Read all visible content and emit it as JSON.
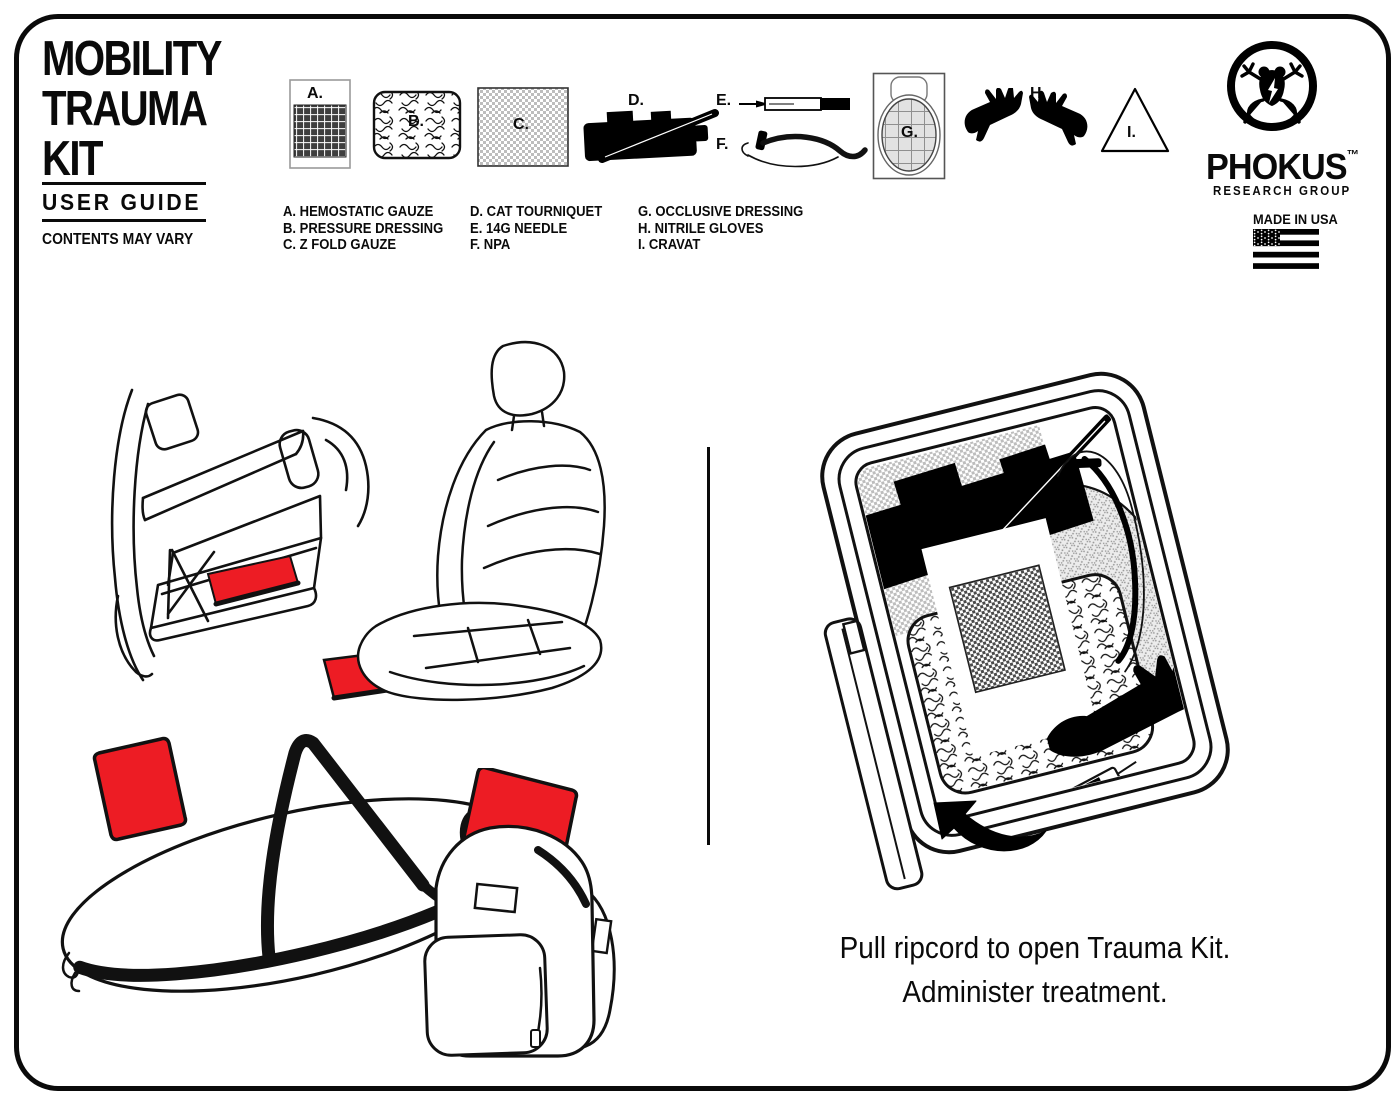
{
  "header": {
    "title_lines": [
      "MOBILITY",
      "TRAUMA",
      "KIT"
    ],
    "subtitle": "USER GUIDE",
    "note": "CONTENTS MAY VARY"
  },
  "items": [
    {
      "letter": "A.",
      "name": "HEMOSTATIC GAUZE",
      "label": "A. HEMOSTATIC GAUZE",
      "icon": "gauze-package-icon"
    },
    {
      "letter": "B.",
      "name": "PRESSURE DRESSING",
      "label": "B. PRESSURE DRESSING",
      "icon": "pressure-dressing-icon"
    },
    {
      "letter": "C.",
      "name": "Z FOLD GAUZE",
      "label": "C. Z FOLD GAUZE",
      "icon": "z-fold-gauze-icon"
    },
    {
      "letter": "D.",
      "name": "CAT TOURNIQUET",
      "label": "D. CAT TOURNIQUET",
      "icon": "tourniquet-icon"
    },
    {
      "letter": "E.",
      "name": "14G NEEDLE",
      "label": "E. 14G NEEDLE",
      "icon": "needle-icon"
    },
    {
      "letter": "F.",
      "name": "NPA",
      "label": "F. NPA",
      "icon": "npa-icon"
    },
    {
      "letter": "G.",
      "name": "OCCLUSIVE DRESSING",
      "label": "G. OCCLUSIVE DRESSING",
      "icon": "occlusive-dressing-icon"
    },
    {
      "letter": "H.",
      "name": "NITRILE GLOVES",
      "label": "H. NITRILE GLOVES",
      "icon": "gloves-icon"
    },
    {
      "letter": "I.",
      "name": "CRAVAT",
      "label": "I. CRAVAT",
      "icon": "cravat-icon"
    }
  ],
  "brand": {
    "name": "PHOKUS",
    "trademark": "™",
    "subtitle": "RESEARCH GROUP",
    "made_in": "MADE IN USA",
    "logo": "frog-icon"
  },
  "instruction": {
    "line1": "Pull ripcord to open Trauma Kit.",
    "line2": "Administer treatment."
  },
  "colors": {
    "kit_red": "#ED1C24",
    "ink": "#0a0a0a",
    "paper": "#ffffff"
  }
}
